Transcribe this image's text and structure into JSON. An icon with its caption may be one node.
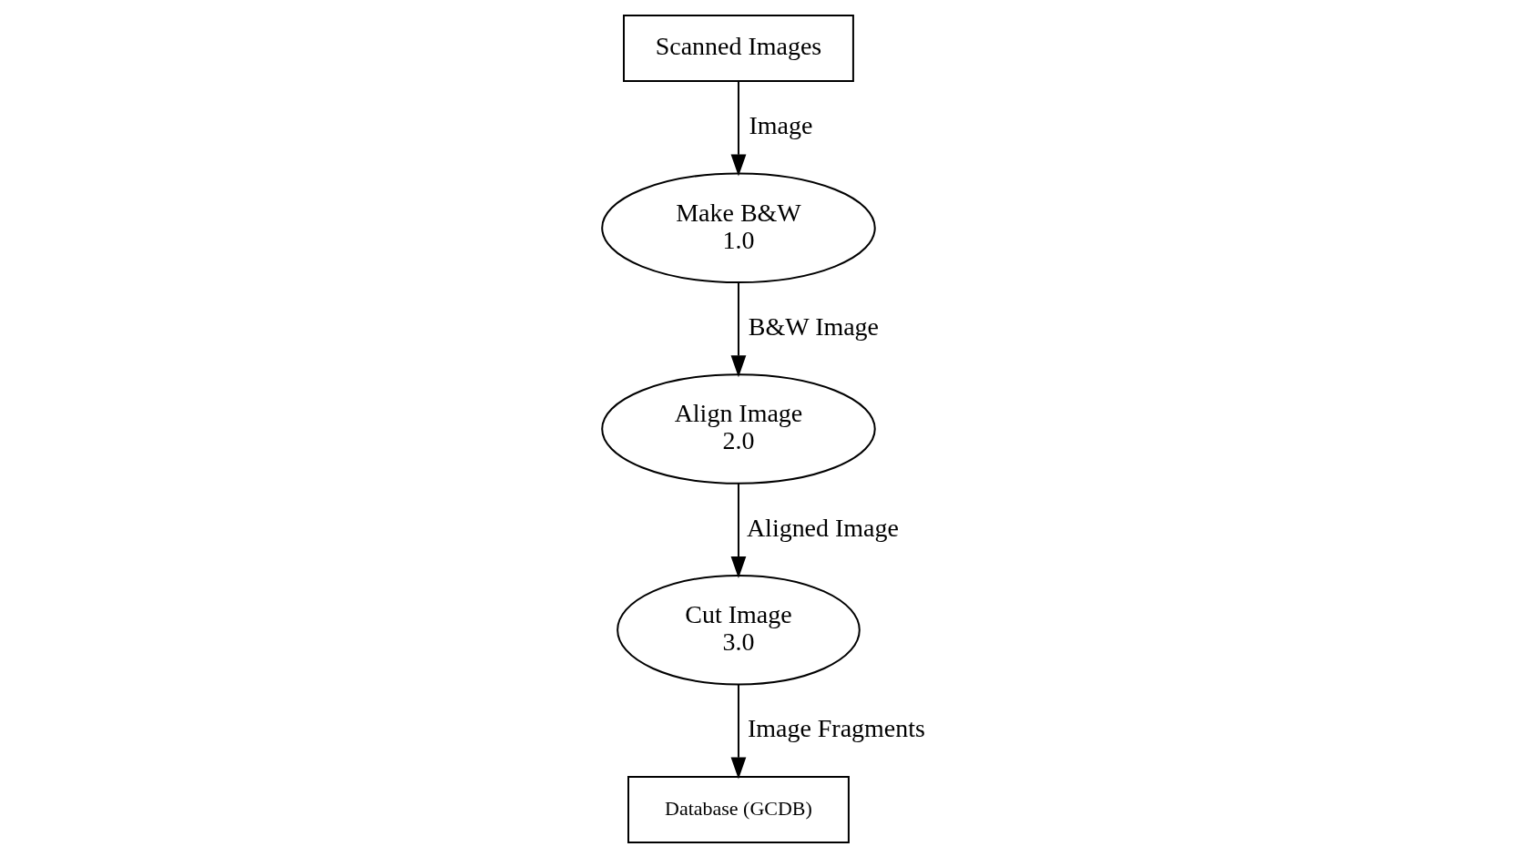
{
  "diagram": {
    "nodes": [
      {
        "text": [
          "Scanned Images"
        ]
      },
      {
        "text": [
          "Make B&W",
          "1.0"
        ]
      },
      {
        "text": [
          "Align Image",
          "2.0"
        ]
      },
      {
        "text": [
          "Cut Image",
          "3.0"
        ]
      },
      {
        "text": [
          "Database (GCDB)"
        ]
      }
    ],
    "edges": [
      {
        "from": 0,
        "to": 1,
        "arrow": "to",
        "label": "Image"
      },
      {
        "from": 1,
        "to": 2,
        "arrow": "to",
        "label": "B&W Image"
      },
      {
        "from": 2,
        "to": 3,
        "arrow": "to",
        "label": "Aligned Image"
      },
      {
        "from": 3,
        "to": 4,
        "arrow": "to",
        "label": "Image Fragments"
      }
    ]
  }
}
